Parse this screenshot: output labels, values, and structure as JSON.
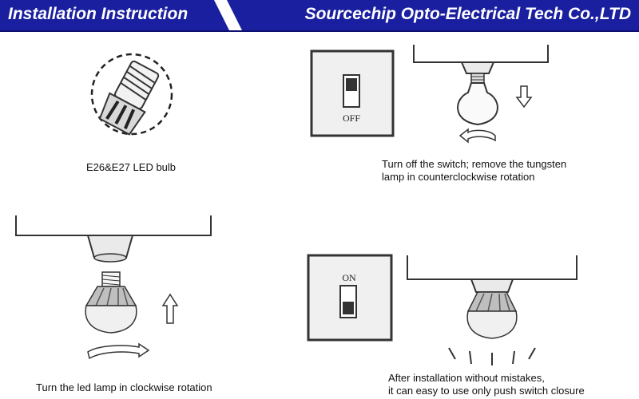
{
  "header": {
    "title_left": "Installation Instruction",
    "title_right": "Sourcechip Opto-Electrical Tech Co.,LTD",
    "background_color": "#1a1fa0"
  },
  "steps": {
    "bulb_caption": "E26&E27 LED bulb",
    "remove_caption_line1": "Turn off the switch; remove the tungsten",
    "remove_caption_line2": "lamp in counterclockwise rotation",
    "install_caption": "Turn the led lamp in clockwise rotation",
    "finish_caption_line1": "After installation without mistakes,",
    "finish_caption_line2": "it can easy to use only push switch closure"
  },
  "switch_labels": {
    "off": "OFF",
    "on": "ON"
  }
}
